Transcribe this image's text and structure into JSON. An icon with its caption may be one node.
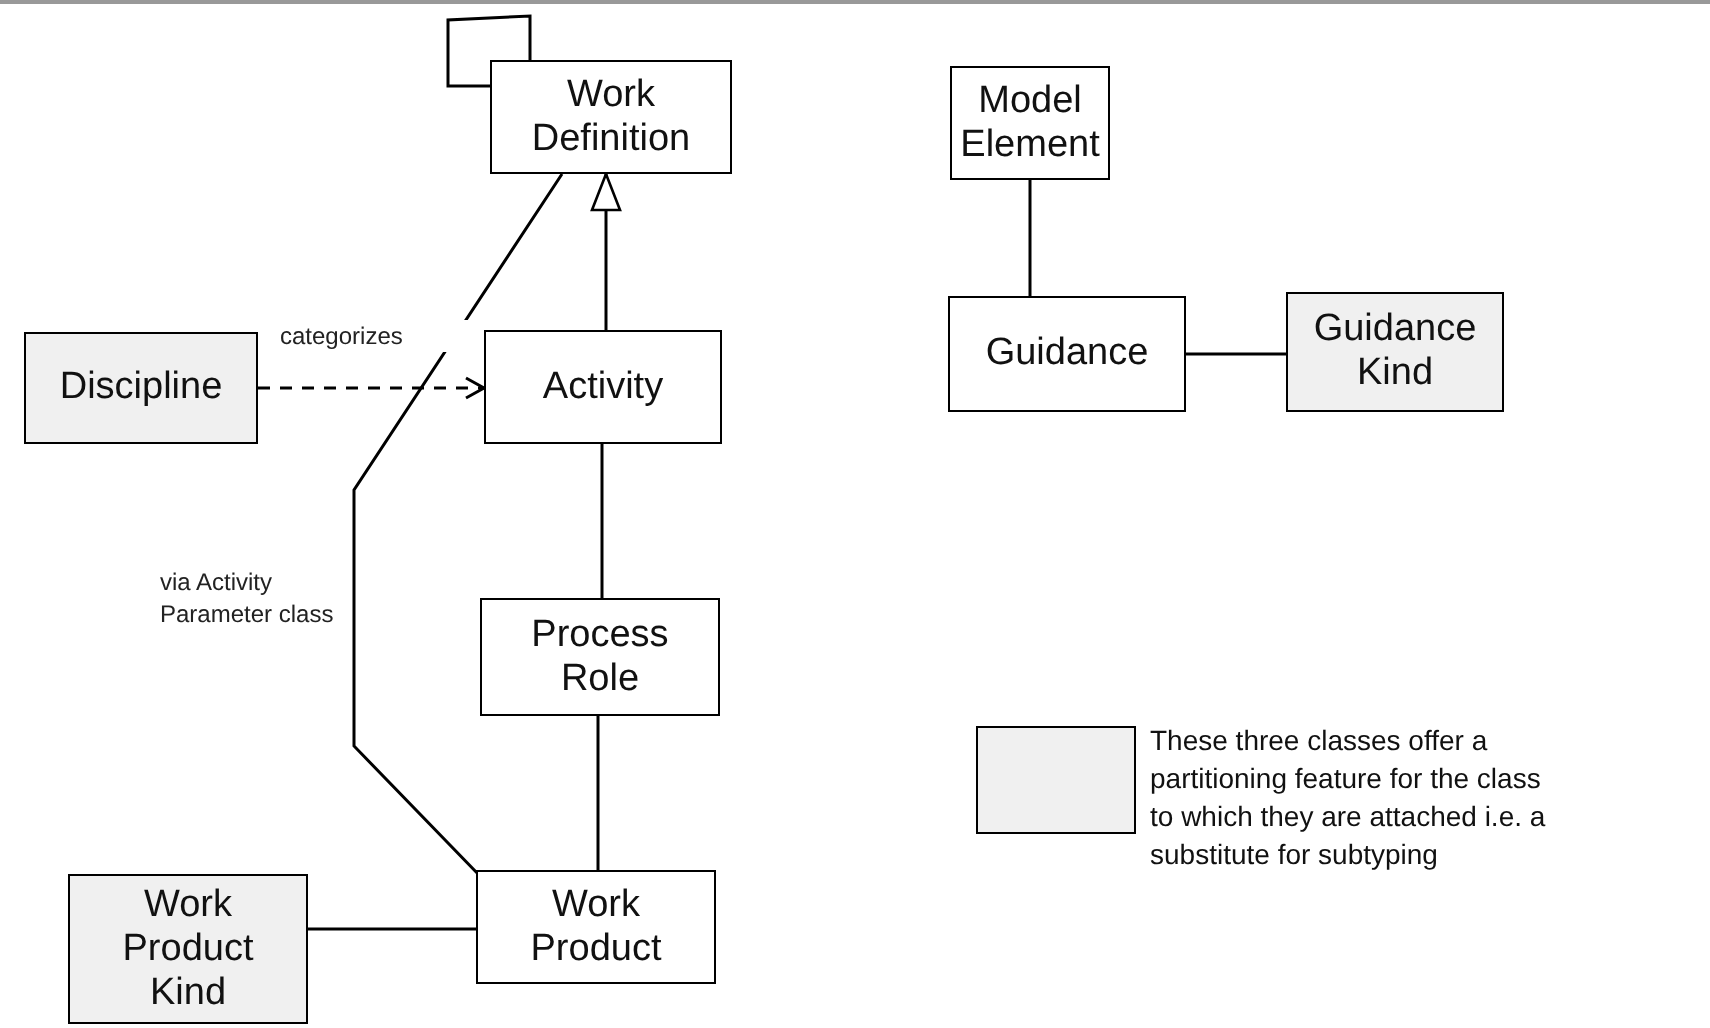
{
  "diagram": {
    "nodes": [
      {
        "text": [
          "Work Definition"
        ]
      },
      {
        "text": [
          "Discipline"
        ]
      },
      {
        "text": [
          "Activity"
        ]
      },
      {
        "text": [
          "Process Role"
        ]
      },
      {
        "text": [
          "Work Product Kind"
        ]
      },
      {
        "text": [
          "Work Product"
        ]
      },
      {
        "text": [
          "Model Element"
        ]
      },
      {
        "text": [
          "Guidance"
        ]
      },
      {
        "text": [
          "Guidance Kind"
        ]
      }
    ],
    "edges": [
      {
        "from": 0,
        "to": 0,
        "arrow": "none"
      },
      {
        "from": 2,
        "to": 0,
        "arrow": "to"
      },
      {
        "from": 1,
        "to": 2,
        "arrow": "to",
        "label": "categorizes",
        "style": "dashed"
      },
      {
        "from": 2,
        "to": 3,
        "arrow": "none"
      },
      {
        "from": 3,
        "to": 5,
        "arrow": "none"
      },
      {
        "from": 0,
        "to": 5,
        "arrow": "none",
        "label": "via Activity Parameter class"
      },
      {
        "from": 4,
        "to": 5,
        "arrow": "none"
      },
      {
        "from": 6,
        "to": 7,
        "arrow": "none"
      },
      {
        "from": 7,
        "to": 8,
        "arrow": "none"
      }
    ],
    "legend": [
      {
        "text": "These three classes offer a partitioning feature for the class to which they are attached i.e. a substitute for subtyping",
        "color": "#f0f0f0"
      }
    ]
  }
}
